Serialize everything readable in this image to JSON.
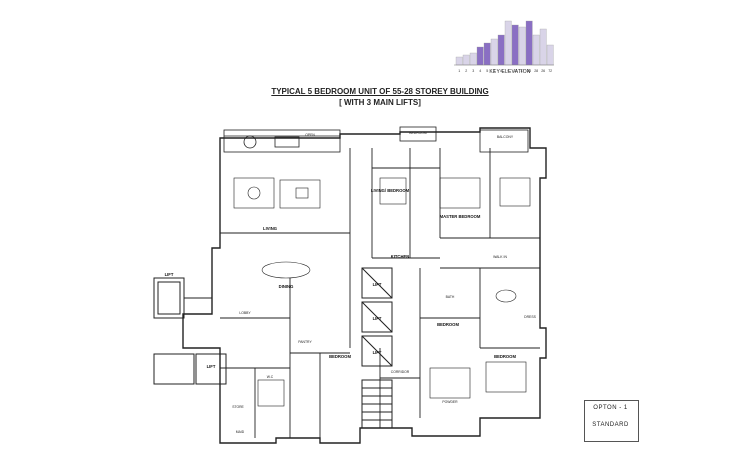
{
  "key_elevation": {
    "title": "KEY ELEVATION",
    "floors": [
      "1",
      "2",
      "3",
      "4",
      "5",
      "7",
      "8",
      "9",
      "12",
      "17",
      "23",
      "28",
      "26",
      "72"
    ],
    "highlighted": [
      "4",
      "5",
      "8",
      "12",
      "23"
    ]
  },
  "plan": {
    "title": "TYPICAL 5 BEDROOM UNIT OF 55-28 STOREY BUILDING",
    "subtitle": "[ WITH 3 MAIN LIFTS]",
    "rooms": {
      "open": "OPEN",
      "balcony": "BALCONY",
      "bedroom_top": "BEDROOM",
      "living": "LIVING",
      "living_bedroom": "LIVING/ BEDROOM",
      "bedroom_master": "MASTER BEDROOM",
      "dining": "DINING",
      "kitchen": "KITCHEN",
      "lift": "LIFT",
      "lobby": "LOBBY",
      "bedroom": "BEDROOM",
      "wc": "W.C",
      "store": "STORE",
      "pantry": "PANTRY",
      "maid": "MAID",
      "corridor": "CORRIDOR",
      "walk_in": "WALK IN",
      "bath": "BATH",
      "dress": "DRESS",
      "powder": "POWDER"
    },
    "lift_labels": [
      "LIFT",
      "LIFT",
      "LIFT",
      "LIFT",
      "LIFT"
    ]
  },
  "option": {
    "label": "OPTON - 1",
    "sub": "STANDARD"
  }
}
